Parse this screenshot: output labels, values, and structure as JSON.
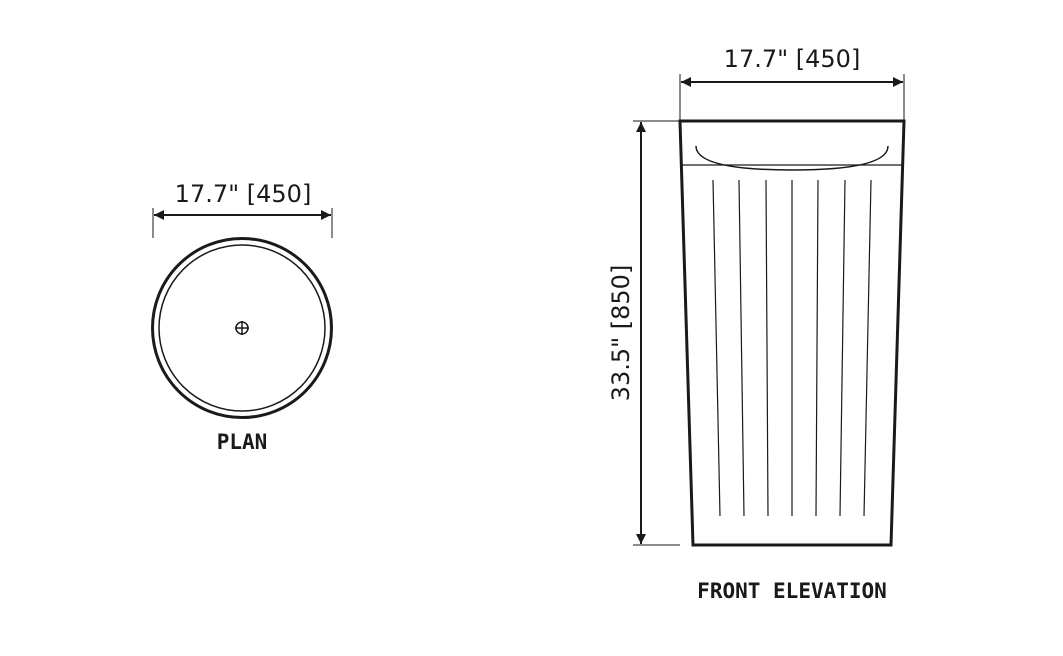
{
  "plan": {
    "title": "PLAN",
    "width_dimension": "17.7\"  [450]"
  },
  "front_elevation": {
    "title": "FRONT ELEVATION",
    "width_dimension": "17.7\"  [450]",
    "height_dimension": "33.5\"  [850]"
  },
  "colors": {
    "line": "#1a1a1a",
    "background": "#ffffff"
  }
}
